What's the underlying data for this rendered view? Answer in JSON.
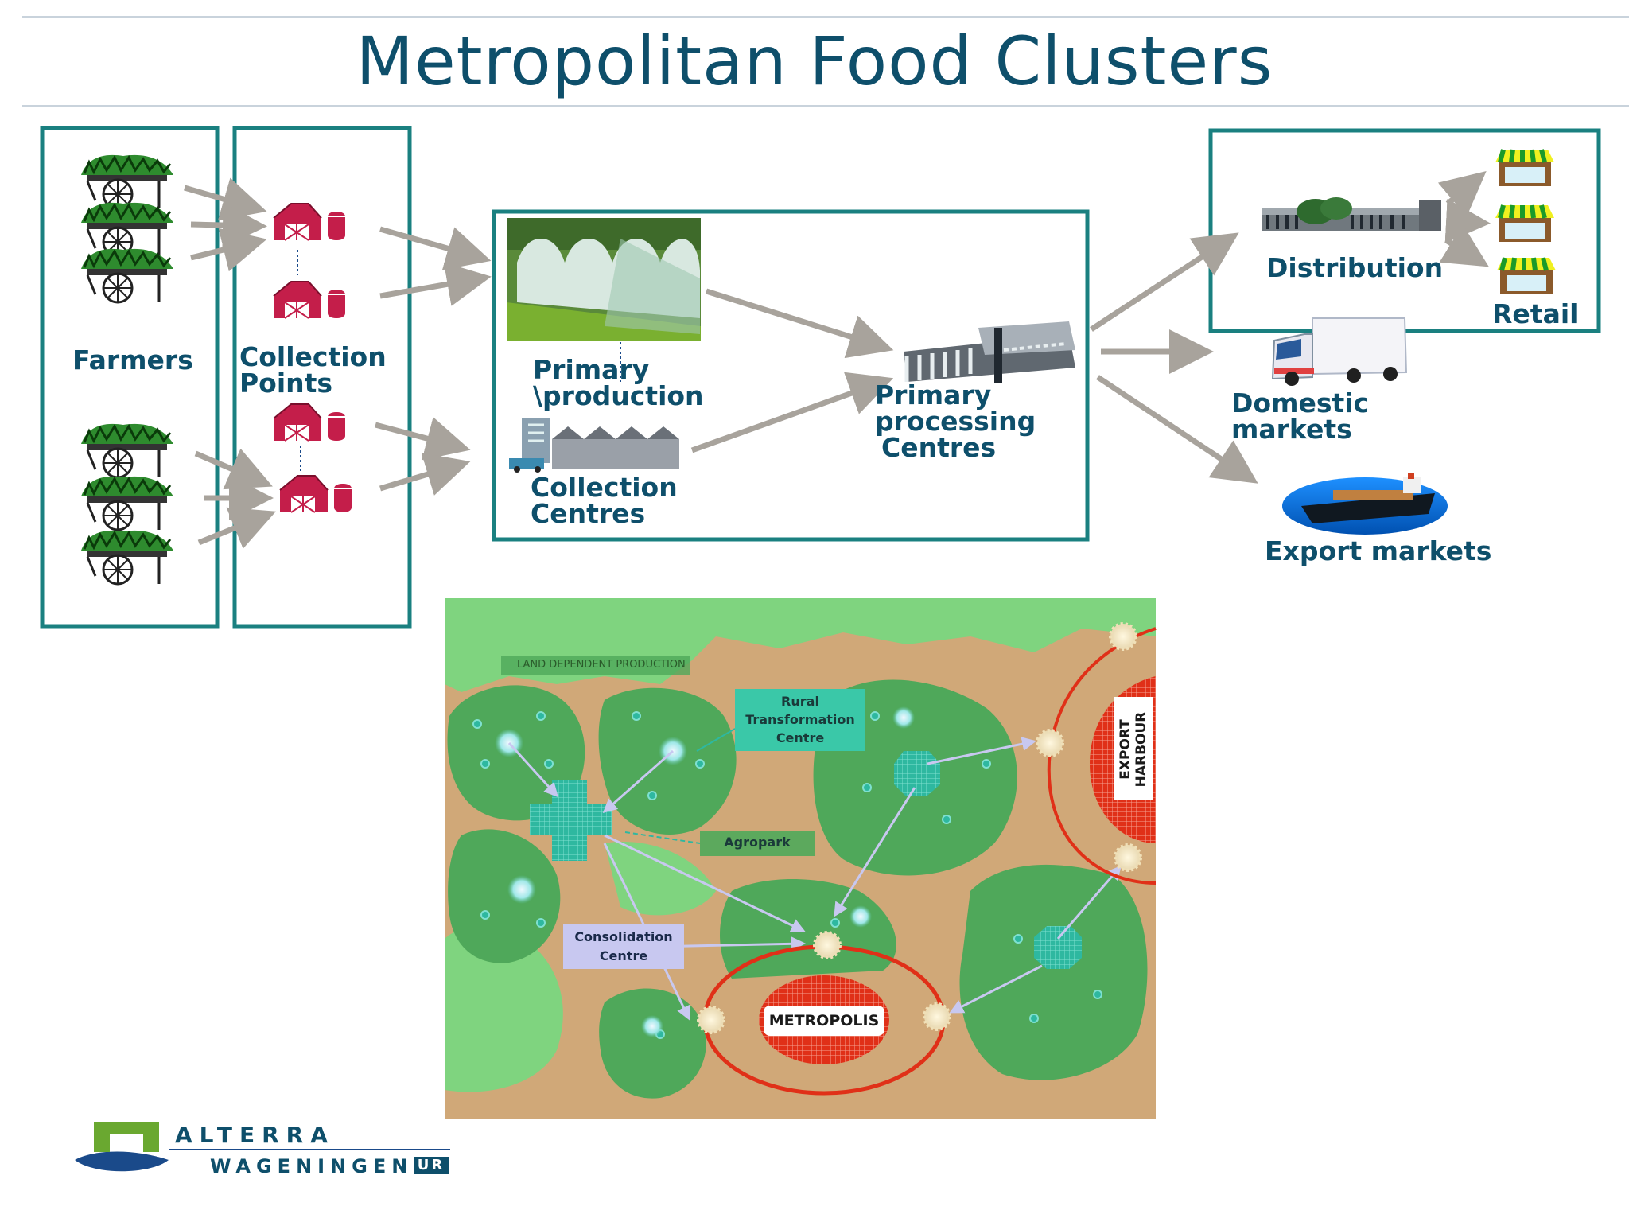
{
  "title": "Metropolitan Food Clusters",
  "labels": {
    "farmers": "Farmers",
    "collection_points_1": "Collection",
    "collection_points_2": "Points",
    "primary_production_1": "Primary",
    "primary_production_2": "\\production",
    "collection_centres_1": "Collection",
    "collection_centres_2": "Centres",
    "primary_processing_1": "Primary",
    "primary_processing_2": "processing",
    "primary_processing_3": "Centres",
    "distribution": "Distribution",
    "retail": "Retail",
    "domestic_1": "Domestic",
    "domestic_2": "markets",
    "export": "Export markets"
  },
  "map": {
    "land": "LAND DEPENDENT PRODUCTION",
    "rural_1": "Rural",
    "rural_2": "Transformation",
    "rural_3": "Centre",
    "agropark": "Agropark",
    "consolidation_1": "Consolidation",
    "consolidation_2": "Centre",
    "metropolis": "METROPOLIS",
    "export_1": "EXPORT",
    "export_2": "HARBOUR"
  },
  "logo": {
    "line1": "ALTERRA",
    "line2": "WAGENINGEN",
    "line2_box": "UR"
  },
  "colors": {
    "teal_box": "#1a8080",
    "navy_text": "#0e4f6b",
    "arrow": "#a8a39c",
    "barn_red": "#c41e4a",
    "map_bg": "#d0a878",
    "cluster_dark": "#4fa85a",
    "cluster_light": "#7fd47f",
    "metro_red": "#e03018"
  }
}
